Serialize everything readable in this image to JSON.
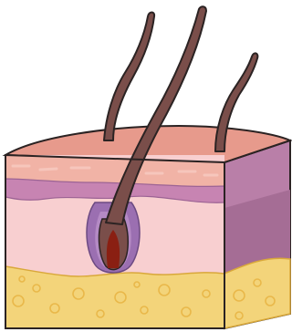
{
  "diagram": {
    "subject": "skin-cross-section-with-hair-follicle",
    "parts": [
      {
        "name": "hair-shaft-left"
      },
      {
        "name": "hair-shaft-center"
      },
      {
        "name": "hair-shaft-right"
      },
      {
        "name": "epidermis-layer"
      },
      {
        "name": "dermis-layer"
      },
      {
        "name": "hypodermis-fat-layer"
      },
      {
        "name": "hair-follicle"
      },
      {
        "name": "hair-bulb-papilla"
      }
    ],
    "colors": {
      "outline": "#2b2323",
      "hair": "#7a4e4a",
      "skin_top": "#e79a8c",
      "epidermis": "#f1b3a6",
      "epidermis_band": "#c784b2",
      "dermis": "#f8cfd0",
      "side_face": "#b97fa8",
      "side_dark": "#a56d95",
      "fat": "#f3d47a",
      "fat_cell": "#e9b84a",
      "follicle": "#9b6fb1",
      "papilla": "#8a1f12"
    }
  }
}
